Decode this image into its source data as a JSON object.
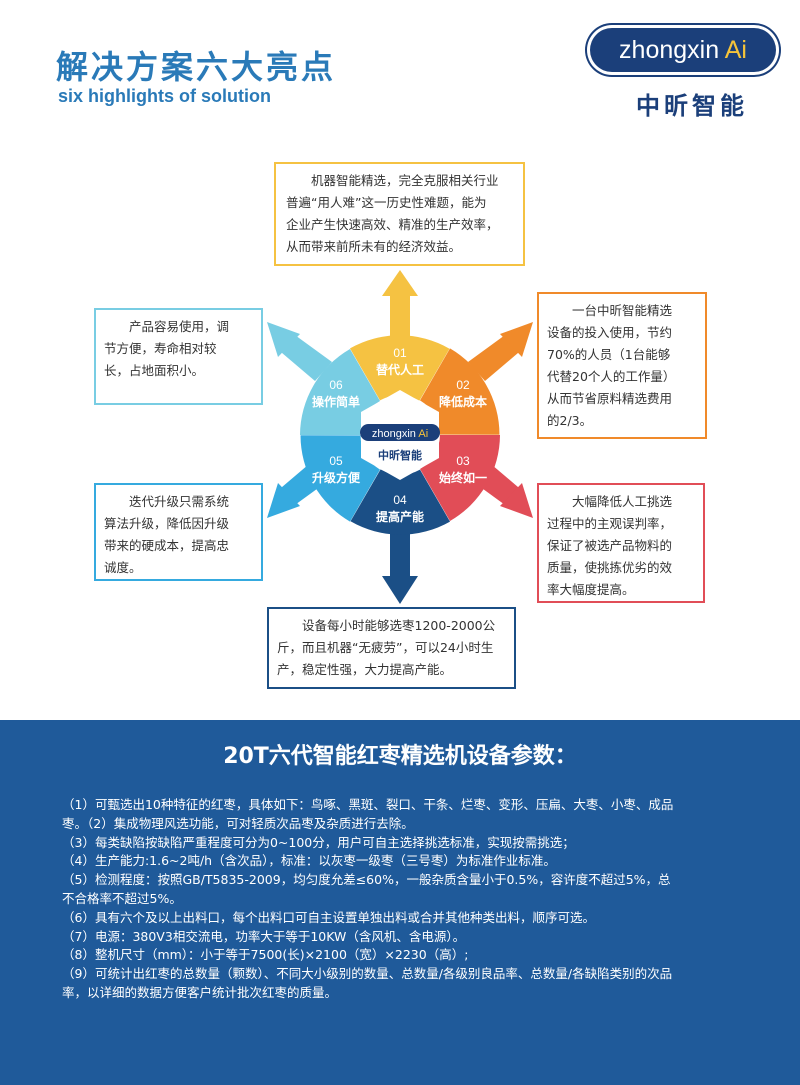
{
  "header": {
    "title_cn": "解决方案六大亮点",
    "title_en": "six highlights of solution"
  },
  "logo": {
    "wordmark_main": "zhongxin",
    "wordmark_ai": "Ai",
    "name_cn": "中昕智能"
  },
  "wheel": {
    "center_wordmark_main": "zhongxin",
    "center_wordmark_ai": "Ai",
    "center_name_cn": "中昕智能",
    "segments": [
      {
        "num": "01",
        "label": "替代人工",
        "color": "#f5c242"
      },
      {
        "num": "02",
        "label": "降低成本",
        "color": "#f08a2a"
      },
      {
        "num": "03",
        "label": "始终如一",
        "color": "#e14d57"
      },
      {
        "num": "04",
        "label": "提高产能",
        "color": "#1b4f86"
      },
      {
        "num": "05",
        "label": "升级方便",
        "color": "#35aadf"
      },
      {
        "num": "06",
        "label": "操作简单",
        "color": "#78cde3"
      }
    ]
  },
  "highlights": {
    "h1": [
      "机器智能精选，完全克服相关行业",
      "普遍“用人难”这一历史性难题，能为",
      "企业产生快速高效、精准的生产效率，",
      "从而带来前所未有的经济效益。"
    ],
    "h2": [
      "一台中昕智能精选",
      "设备的投入使用，节约",
      "70%的人员（1台能够",
      "代替20个人的工作量）",
      "从而节省原料精选费用",
      "的2/3。"
    ],
    "h3": [
      "大幅降低人工挑选",
      "过程中的主观误判率，",
      "保证了被选产品物料的",
      "质量，使挑拣优劣的效",
      "率大幅度提高。"
    ],
    "h4": [
      "设备每小时能够选枣1200-2000公",
      "斤，而且机器“无疲劳”，可以24小时生",
      "产，稳定性强，大力提高产能。"
    ],
    "h5": [
      "迭代升级只需系统",
      "算法升级，降低因升级",
      "带来的硬成本，提高忠",
      "诚度。"
    ],
    "h6": [
      "产品容易使用，调",
      "节方便，寿命相对较",
      "长，占地面积小。"
    ]
  },
  "params": {
    "title": "20T六代智能红枣精选机设备参数：",
    "lines": [
      "（1）可甄选出10种特征的红枣，具体如下：鸟啄、黑斑、裂口、干条、烂枣、变形、压扁、大枣、小枣、成品",
      "枣。（2）集成物理风选功能，可对轻质次品枣及杂质进行去除。",
      "（3）每类缺陷按缺陷严重程度可分为0~100分，用户可自主选择挑选标准，实现按需挑选；",
      "（4）生产能力:1.6~2吨/h（含次品），标准：以灰枣一级枣（三号枣）为标准作业标准。",
      "（5）检测程度：按照GB/T5835-2009，均匀度允差≤60%，一般杂质含量小于0.5%，容许度不超过5%，总",
      "不合格率不超过5%。",
      "（6）具有六个及以上出料口，每个出料口可自主设置单独出料或合并其他种类出料，顺序可选。",
      "（7）电源：380V3相交流电，功率大于等于10KW（含风机、含电源）。",
      "（8）整机尺寸（mm）：小于等于7500(长)×2100（宽）×2230（高）;",
      "（9）可统计出红枣的总数量（颗数）、不同大小级别的数量、总数量/各级别良品率、总数量/各缺陷类别的次品",
      "率，以详细的数据方便客户统计批次红枣的质量。"
    ]
  }
}
